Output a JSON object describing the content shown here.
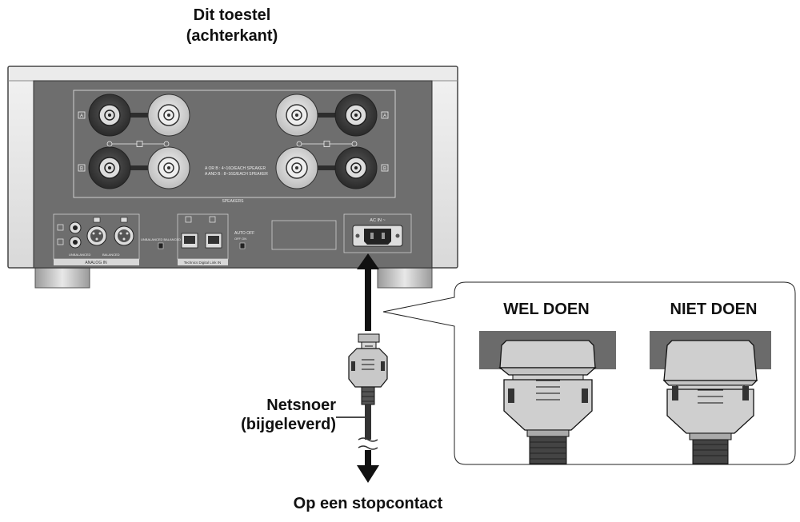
{
  "title": {
    "line1": "Dit toestel",
    "line2": "(achterkant)"
  },
  "panel": {
    "speaker_text1": "A OR B : 4~16Ω/EACH SPEAKER",
    "speaker_text2": "A AND B : 8~16Ω/EACH SPEAKER",
    "speakers_label": "SPEAKERS",
    "analog_label": "ANALOG IN",
    "unbalanced_label": "UNBALANCED",
    "balanced_label": "BALANCED",
    "switch_label": "UNBALANCED  BALANCED",
    "digital_link_label": "Technics Digital Link IN",
    "auto_off_label": "AUTO OFF",
    "auto_off_options": "OFF   ON",
    "ac_in_label": "AC IN ~",
    "term_a": "A",
    "term_b": "B"
  },
  "cord": {
    "line1": "Netsnoer",
    "line2": "(bijgeleverd)"
  },
  "outlet": "Op een stopcontact",
  "callout": {
    "do_label": "WEL DOEN",
    "dont_label": "NIET DOEN"
  },
  "colors": {
    "panel": "#6e6e6e",
    "chassis": "#e2e2e2",
    "callout_bg": "#6b6b6b"
  }
}
